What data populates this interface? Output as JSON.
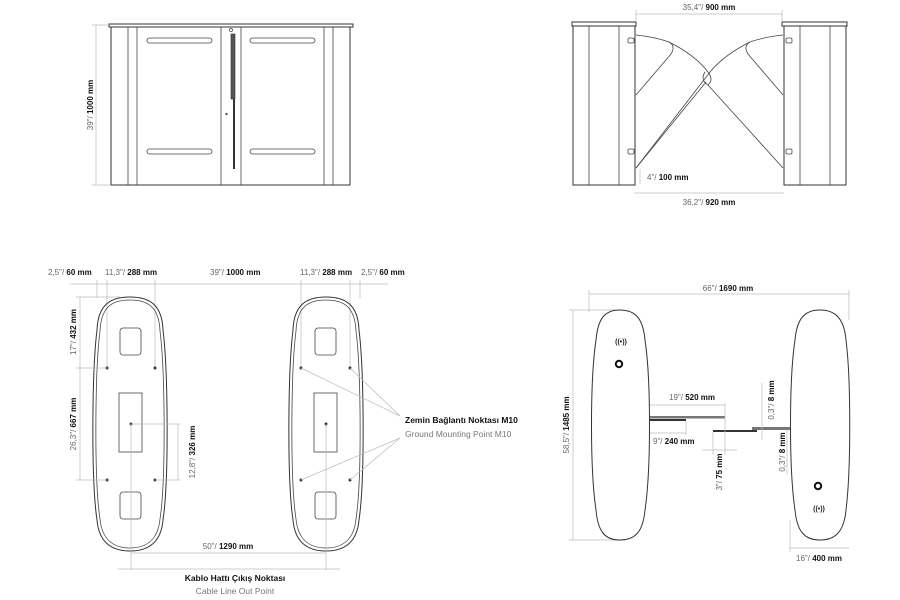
{
  "front_view": {
    "height_dim": {
      "imperial": "39\"/ ",
      "metric": "1000 mm"
    }
  },
  "side_view": {
    "passage_dim": {
      "imperial": "35,4\"/ ",
      "metric": "900 mm"
    },
    "gap_dim": {
      "imperial": "4\"/ ",
      "metric": "100 mm"
    },
    "total_dim": {
      "imperial": "36,2\"/ ",
      "metric": "920 mm"
    }
  },
  "floor_plan": {
    "top_dims": [
      {
        "imperial": "2,5\"/ ",
        "metric": "60 mm"
      },
      {
        "imperial": "11,3\"/ ",
        "metric": "288 mm"
      },
      {
        "imperial": "39\"/ ",
        "metric": "1000 mm"
      },
      {
        "imperial": "11,3\"/ ",
        "metric": "288 mm"
      },
      {
        "imperial": "2,5\"/ ",
        "metric": "60 mm"
      }
    ],
    "upper_dim": {
      "imperial": "17\"/ ",
      "metric": "432 mm"
    },
    "middle_dim": {
      "imperial": "26,3\"/ ",
      "metric": "667 mm"
    },
    "center_dim": {
      "imperial": "12,8\"/ ",
      "metric": "326 mm"
    },
    "cable_dim": {
      "imperial": "50\"/ ",
      "metric": "1290 mm"
    },
    "mount_label_tr": "Zemin Bağlantı Noktası M10",
    "mount_label_en": "Ground Mounting Point M10",
    "cable_label_tr": "Kablo Hattı Çıkış Noktası",
    "cable_label_en": "Cable Line Out Point"
  },
  "top_view": {
    "width_dim": {
      "imperial": "66\"/ ",
      "metric": "1690 mm"
    },
    "length_dim": {
      "imperial": "58,5\"/ ",
      "metric": "1485 mm"
    },
    "wing_dim": {
      "imperial": "19\"/ ",
      "metric": "520 mm"
    },
    "wing_short_dim": {
      "imperial": "9\"/ ",
      "metric": "240 mm"
    },
    "overlap_dim": {
      "imperial": "3\"/ ",
      "metric": "75 mm"
    },
    "thick_dim_1": {
      "imperial": "0,3\"/ ",
      "metric": "8 mm"
    },
    "thick_dim_2": {
      "imperial": "0,3\"/ ",
      "metric": "8 mm"
    },
    "cabinet_width_dim": {
      "imperial": "16\"/ ",
      "metric": "400 mm"
    },
    "icons": [
      "rfid-reader-icon",
      "sensor-icon"
    ]
  }
}
